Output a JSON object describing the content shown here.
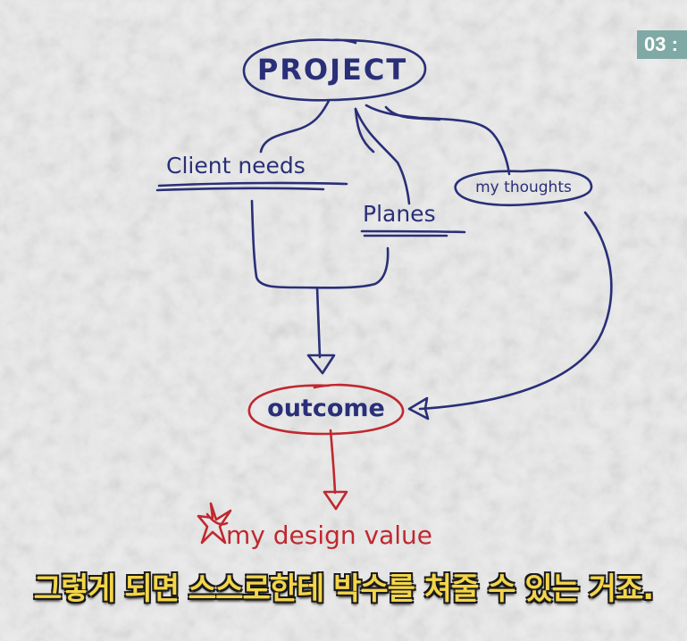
{
  "video": {
    "timecode": "03 :",
    "subtitle": "그렇게 되면 스스로한테 박수를 쳐줄 수 있는 거죠."
  },
  "diagram": {
    "nodes": {
      "project": "PROJECT",
      "client_needs": "Client needs",
      "planes": "Planes",
      "my_thoughts": "my thoughts",
      "outcome": "outcome",
      "design_value": "my design value"
    },
    "colors": {
      "ink_blue": "#2a2f78",
      "ink_red": "#c0282f",
      "paper": "#eceeed",
      "subtitle_yellow": "#f3d54a",
      "timecode_bg": "#7fa9a4"
    }
  }
}
